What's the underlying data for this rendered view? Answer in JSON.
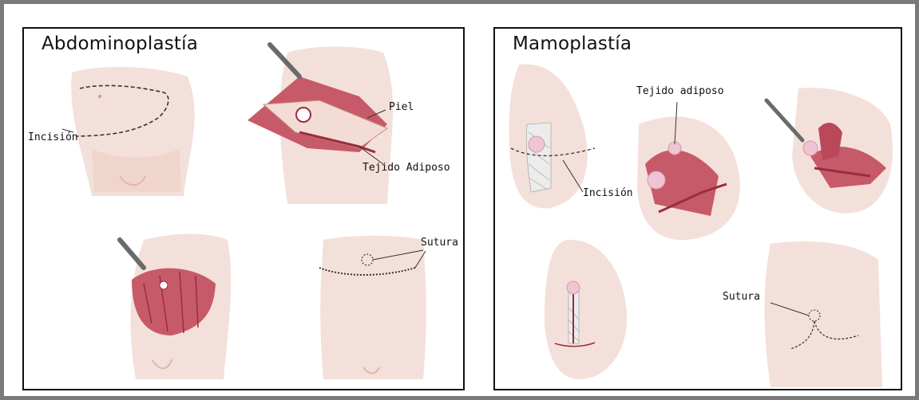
{
  "left_panel": {
    "title": "Abdominoplastía",
    "labels": {
      "incision": "Incisión",
      "skin": "Piel",
      "fat": "Tejido Adiposo",
      "suture": "Sutura"
    }
  },
  "right_panel": {
    "title": "Mamoplastía",
    "labels": {
      "fat": "Tejido adiposo",
      "incision": "Incisión",
      "suture": "Sutura"
    }
  },
  "colors": {
    "skin": "#f3dcd5",
    "skin_shadow": "#e8c6bd",
    "muscle": "#c75a68",
    "muscle_dark": "#9b2c3e",
    "areola": "#f0c4d2",
    "instrument": "#6a6a6a"
  }
}
